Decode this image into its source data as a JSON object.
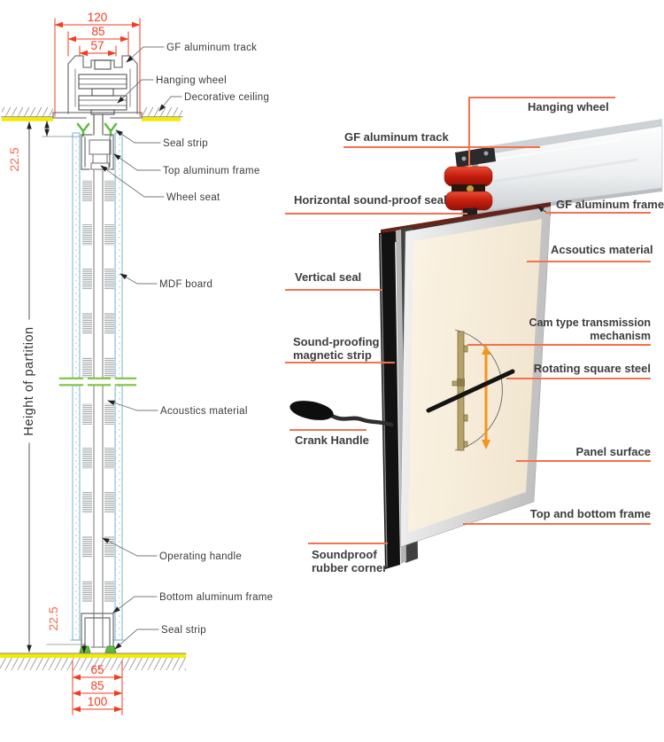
{
  "left_diagram": {
    "dimensions_top": [
      "120",
      "85",
      "57"
    ],
    "dimensions_bottom": [
      "65",
      "85",
      "100"
    ],
    "ceiling_offset": "22.5",
    "floor_offset": "22.5",
    "height_label": "Height of partition",
    "labels": {
      "gf_track": "GF aluminum track",
      "hanging_wheel": "Hanging wheel",
      "decorative_ceiling": "Decorative ceiling",
      "seal_strip_top": "Seal strip",
      "top_frame": "Top aluminum frame",
      "wheel_seat": "Wheel seat",
      "mdf_board": "MDF board",
      "acoustics": "Acoustics material",
      "operating_handle": "Operating handle",
      "bottom_frame": "Bottom aluminum frame",
      "seal_strip_bottom": "Seal strip"
    }
  },
  "right_diagram": {
    "labels": {
      "hanging_wheel": "Hanging wheel",
      "gf_track": "GF aluminum track",
      "horizontal_seal": "Horizontal sound-proof seal",
      "gf_frame": "GF aluminum frame",
      "acoustics": "Acsoutics material",
      "vertical_seal": "Vertical seal",
      "cam_line1": "Cam type transmission",
      "cam_line2": "mechanism",
      "magnetic_line1": "Sound-proofing",
      "magnetic_line2": "magnetic strip",
      "rotating_steel": "Rotating square steel",
      "crank_handle": "Crank Handle",
      "panel_surface": "Panel surface",
      "top_bottom_frame": "Top and bottom frame",
      "rubber_line1": "Soundproof",
      "rubber_line2": "rubber corner"
    }
  },
  "colors": {
    "dimension_red": "#f43b1f",
    "leader_orange": "#f4724d",
    "arrow_orange": "#f7941d",
    "ceiling_yellow": "#f2ea00",
    "seal_green": "#5fba3d",
    "board_blue": "#8cc0e0",
    "wheel_red": "#c41d0e",
    "panel_cream": "#f8efdf"
  }
}
